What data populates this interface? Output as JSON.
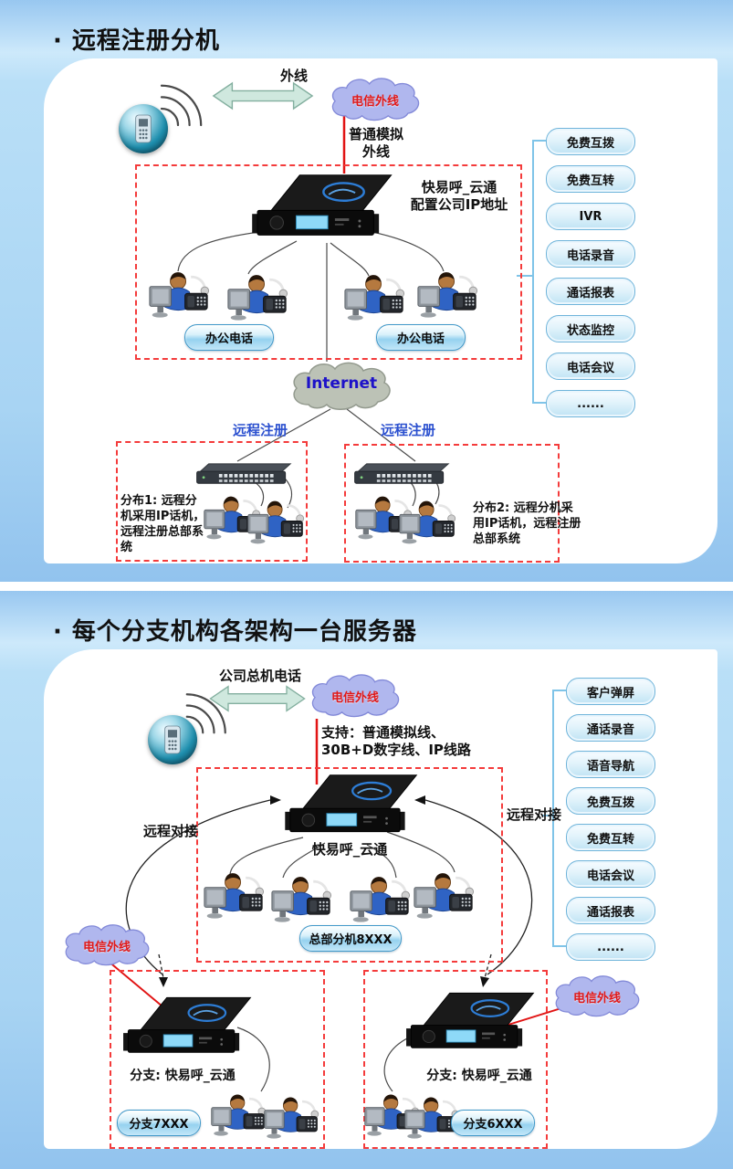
{
  "slide1": {
    "title": "· 远程注册分机",
    "outside_line": "外线",
    "telecom_cloud": "电信外线",
    "analog_line": [
      "普通模拟",
      "外线"
    ],
    "server_caption": [
      "快易呼_云通",
      "配置公司IP地址"
    ],
    "office_phone_left": "办公电话",
    "office_phone_right": "办公电话",
    "internet": "Internet",
    "remote_register_left": "远程注册",
    "remote_register_right": "远程注册",
    "dist1_lines": [
      "分布1: 远程分",
      "机采用IP话机，",
      "远程注册总部系",
      "统"
    ],
    "dist2_lines": [
      "分布2: 远程分机采",
      "用IP话机，远程注册",
      "总部系统"
    ],
    "features": [
      "免费互拨",
      "免费互转",
      "IVR",
      "电话录音",
      "通话报表",
      "状态监控",
      "电话会议",
      "......"
    ]
  },
  "slide2": {
    "title": "· 每个分支机构各架构一台服务器",
    "trunk_line": "公司总机电话",
    "telecom_cloud_top": "电信外线",
    "support_lines": [
      "支持：普通模拟线、",
      "30B+D数字线、IP线路"
    ],
    "server_caption": "快易呼_云通",
    "hq_ext": "总部分机8XXX",
    "remote_link_left": "远程对接",
    "remote_link_right": "远程对接",
    "telecom_cloud_left": "电信外线",
    "telecom_cloud_right": "电信外线",
    "branch_caption_left": "分支: 快易呼_云通",
    "branch_caption_right": "分支: 快易呼_云通",
    "branch_ext_left": "分支7XXX",
    "branch_ext_right": "分支6XXX",
    "features": [
      "客户弹屏",
      "通话录音",
      "语音导航",
      "免费互拨",
      "免费互转",
      "电话会议",
      "通话报表",
      "......"
    ]
  },
  "colors": {
    "dashed_box": "#f43b3b",
    "cloud_purple": "#b0b7ee",
    "cloud_gray": "#bcc2b6",
    "remote_register_blue": "#2b50cf",
    "telecom_red": "#e01818",
    "pill_border": "#6fb4da",
    "slide_bg_top": "#98c7f0"
  }
}
